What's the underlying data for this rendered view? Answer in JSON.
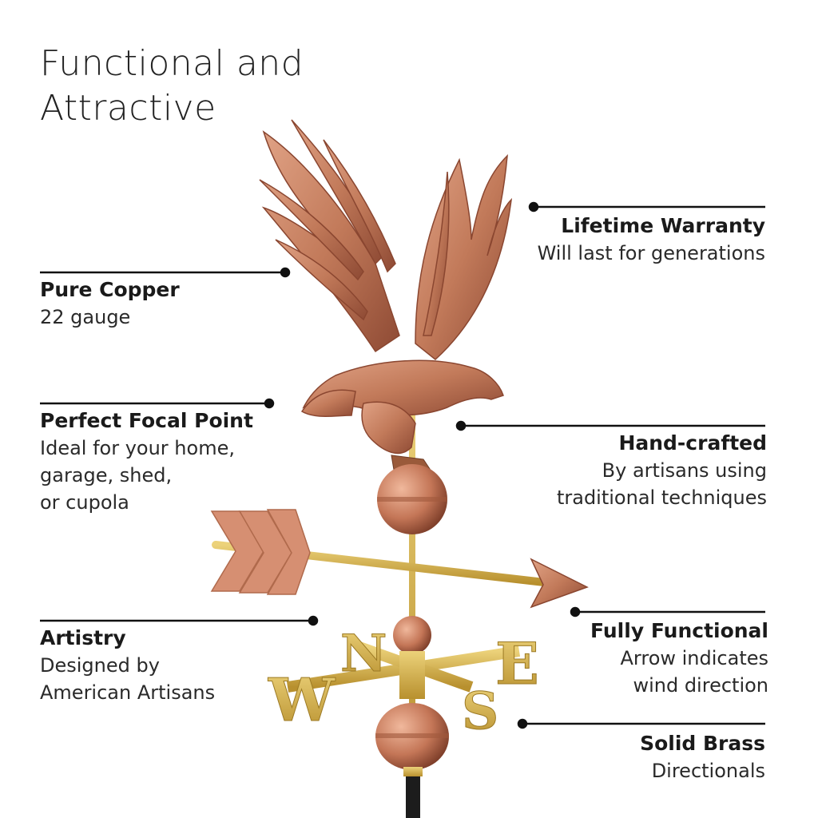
{
  "title": {
    "line1": "Functional and",
    "line2": "Attractive"
  },
  "features": {
    "lifetime_warranty": {
      "title": "Lifetime Warranty",
      "lines": [
        "Will last for generations"
      ]
    },
    "pure_copper": {
      "title": "Pure Copper",
      "lines": [
        "22 gauge"
      ]
    },
    "focal_point": {
      "title": "Perfect Focal Point",
      "lines": [
        "Ideal for your home,",
        "garage, shed,",
        "or cupola"
      ]
    },
    "hand_crafted": {
      "title": "Hand-crafted",
      "lines": [
        "By artisans using",
        "traditional techniques"
      ]
    },
    "artistry": {
      "title": "Artistry",
      "lines": [
        "Designed by",
        "American Artisans"
      ]
    },
    "fully_functional": {
      "title": "Fully Functional",
      "lines": [
        "Arrow indicates",
        "wind direction"
      ]
    },
    "solid_brass": {
      "title": "Solid Brass",
      "lines": [
        "Directionals"
      ]
    }
  },
  "directionals": {
    "n": "N",
    "e": "E",
    "s": "S",
    "w": "W"
  },
  "colors": {
    "copper": "#c9805f",
    "copper_dark": "#8e4a34",
    "brass": "#d8b64a",
    "pole": "#1c1c1c"
  }
}
